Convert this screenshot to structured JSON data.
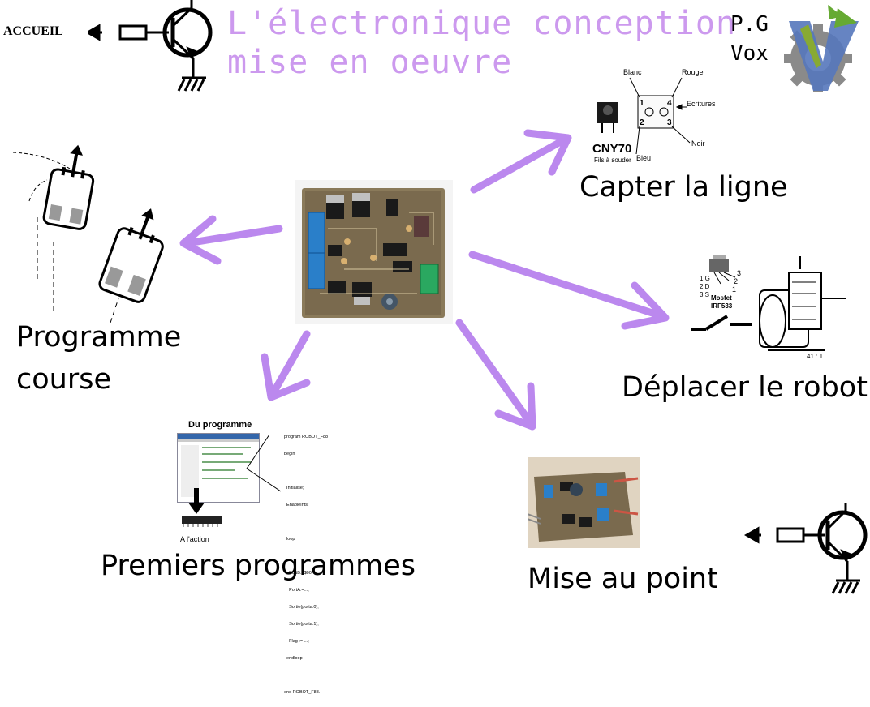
{
  "header": {
    "title_line1": "L'électronique conception",
    "title_line2": "mise en oeuvre",
    "author_line1": "P.G",
    "author_line2": "Vox",
    "home_link": "ACCUEIL"
  },
  "sections": {
    "capter": "Capter la ligne",
    "programme_line1": "Programme",
    "programme_line2": "course",
    "deplacer": "Déplacer le robot",
    "premiers": "Premiers programmes",
    "mise_au_point": "Mise au point"
  },
  "cny70": {
    "name": "CNY70",
    "sub": "Fils à souder",
    "blanc": "Blanc",
    "rouge": "Rouge",
    "ecritures": "Ecritures",
    "noir": "Noir",
    "bleu": "Bleu",
    "pin1": "1",
    "pin2": "2",
    "pin3": "3",
    "pin4": "4"
  },
  "motor": {
    "mosfet": "Mosfet",
    "ref": "IRF533",
    "ratio": "41 : 1",
    "pins": [
      "1 G",
      "2 D",
      "3 S"
    ],
    "pin_nums": [
      "1",
      "2",
      "3"
    ]
  },
  "program_thumb": {
    "title": "Du programme",
    "action": "A l'action",
    "code": [
      "program ROBOT_F88",
      "begin",
      "",
      "  Initialise;",
      "  EnableInts;",
      "",
      "  loop",
      "",
      "    PortB:=$00;",
      "    PortA:=...;",
      "    Sortie(porta.0);",
      "    Sortie(porta.1);",
      "    Flag := ...;",
      "  endloop",
      "",
      "end ROBOT_F88."
    ]
  },
  "colors": {
    "title": "#cc99ee",
    "arrow": "#bb88ee",
    "pcb": "#8a7a5a",
    "connector": "#2a7fc9"
  }
}
